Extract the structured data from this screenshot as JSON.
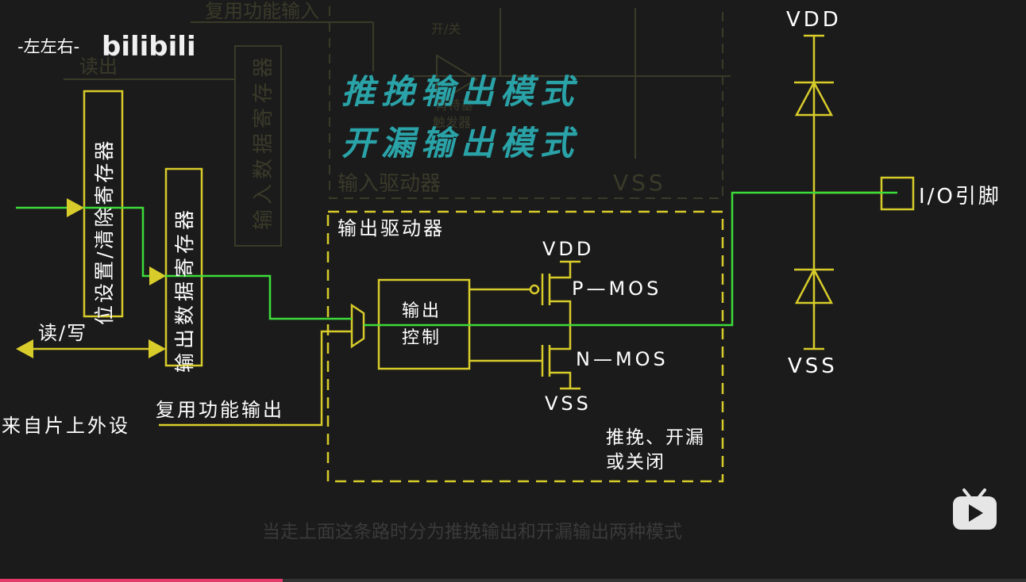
{
  "watermark": {
    "author": "-左左右-",
    "brand": "bilibili"
  },
  "titles": [
    "推挽输出模式",
    "开漏输出模式"
  ],
  "labels": {
    "vdd_top": "VDD",
    "vss_right": "VSS",
    "io_pin": "I/O引脚",
    "bit_set_reset_reg": "位设置/清除寄存器",
    "output_data_reg": "输出数据寄存器",
    "input_data_reg": "输入数据寄存器",
    "read_write": "读/写",
    "read": "读出",
    "alt_func_input": "复用功能输入",
    "on_off": "开/关",
    "schmitt": [
      "肖特基",
      "触发器"
    ],
    "input_driver": "输入驱动器",
    "vss_input": "VSS",
    "output_driver": "输出驱动器",
    "vdd_out": "VDD",
    "pmos": "P—MOS",
    "nmos": "N—MOS",
    "vss_out": "VSS",
    "output_control": [
      "输出",
      "控制"
    ],
    "alt_func_output": "复用功能输出",
    "from_peripheral": "来自片上外设",
    "mode_note": [
      "推挽、开漏",
      "或关闭"
    ]
  },
  "subtitle": "当走上面这条路时分为推挽输出和开漏输出两种模式",
  "colors": {
    "background": "#1b1b1b",
    "circuit": "#d8cc2a",
    "signal": "#3ddc3a",
    "title": "#2aa3a8",
    "text": "#ffffff"
  }
}
